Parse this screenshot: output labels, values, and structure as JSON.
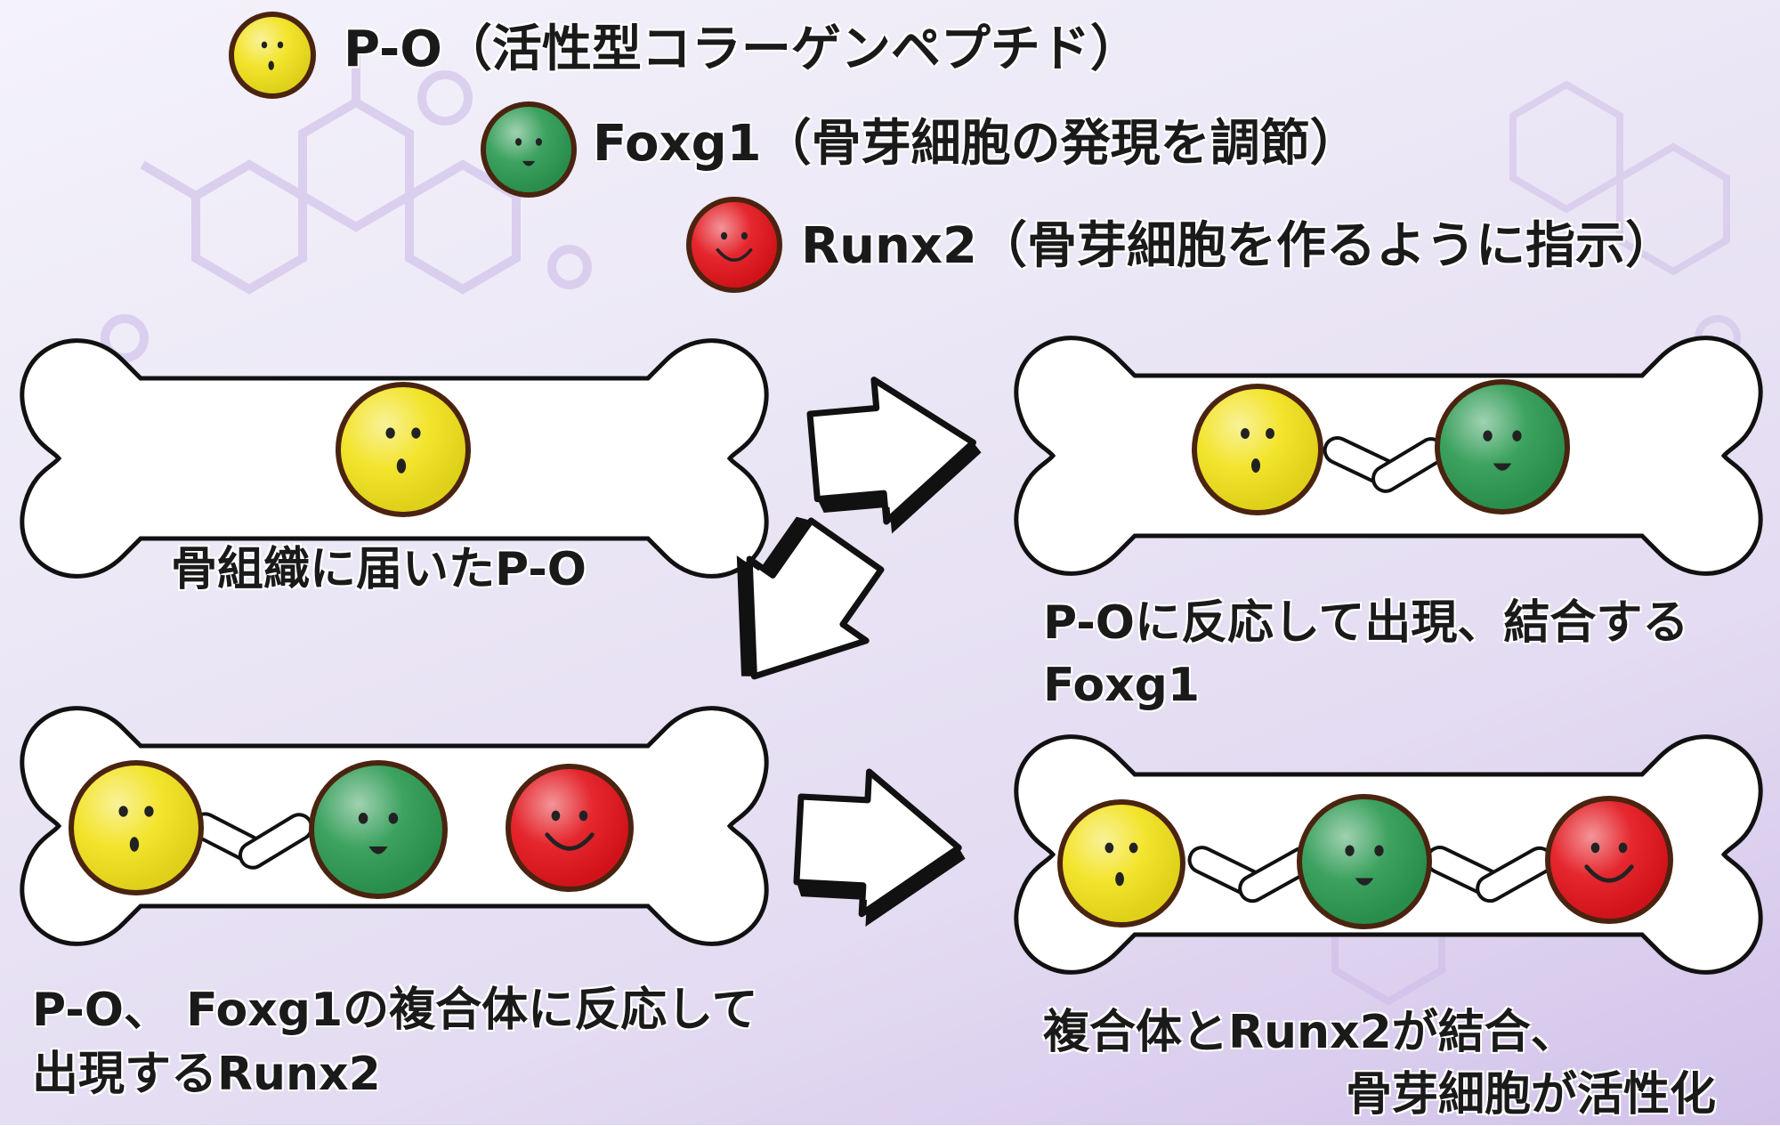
{
  "legend": [
    {
      "text": "P-O（活性型コラーゲンペプチド）",
      "color": "#f2e21c",
      "face": "surprised"
    },
    {
      "text": "Foxg1（骨芽細胞の発現を調節）",
      "color": "#2c9a52",
      "face": "smile"
    },
    {
      "text": "Runx2（骨芽細胞を作るように指示）",
      "color": "#e3141c",
      "face": "grin"
    }
  ],
  "panels": {
    "p1": {
      "caption": "骨組織に届いたP-O"
    },
    "p2": {
      "caption_line1": "P-Oに反応して出現、結合する",
      "caption_line2": "Foxg1"
    },
    "p3": {
      "caption_line1": "P-O、 Foxg1の複合体に反応して",
      "caption_line2": "出現するRunx2"
    },
    "p4": {
      "caption_line1": "複合体とRunx2が結合、",
      "caption_line2": "骨芽細胞が活性化"
    }
  }
}
